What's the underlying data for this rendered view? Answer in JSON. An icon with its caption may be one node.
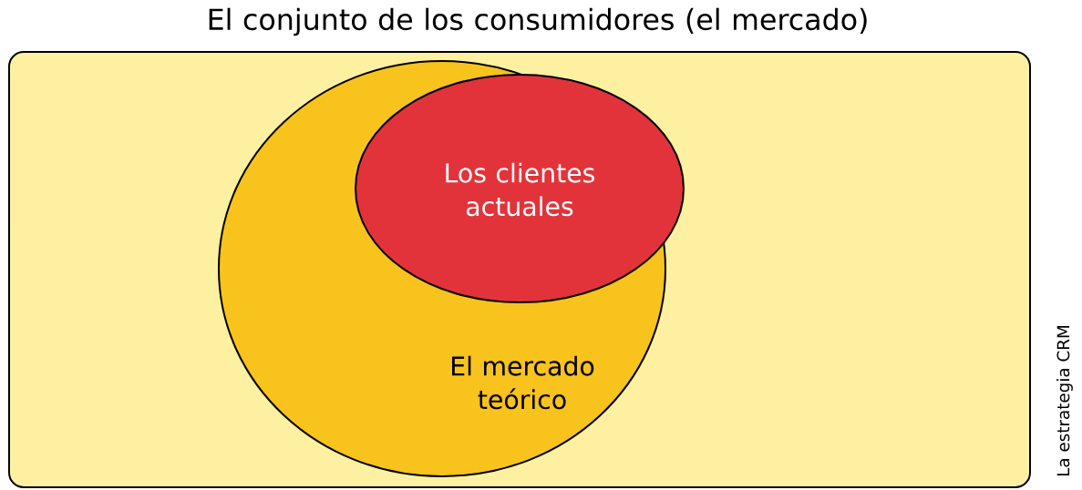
{
  "diagram": {
    "nodes": [
      {
        "text": [
          "El conjunto de los consumidores (el mercado)"
        ]
      },
      {
        "text": [
          "El mercado teórico"
        ],
        "in": 0
      },
      {
        "text": [
          "Los clientes actuales"
        ],
        "in": 1
      }
    ],
    "labels": [
      "La estrategia CRM"
    ]
  }
}
